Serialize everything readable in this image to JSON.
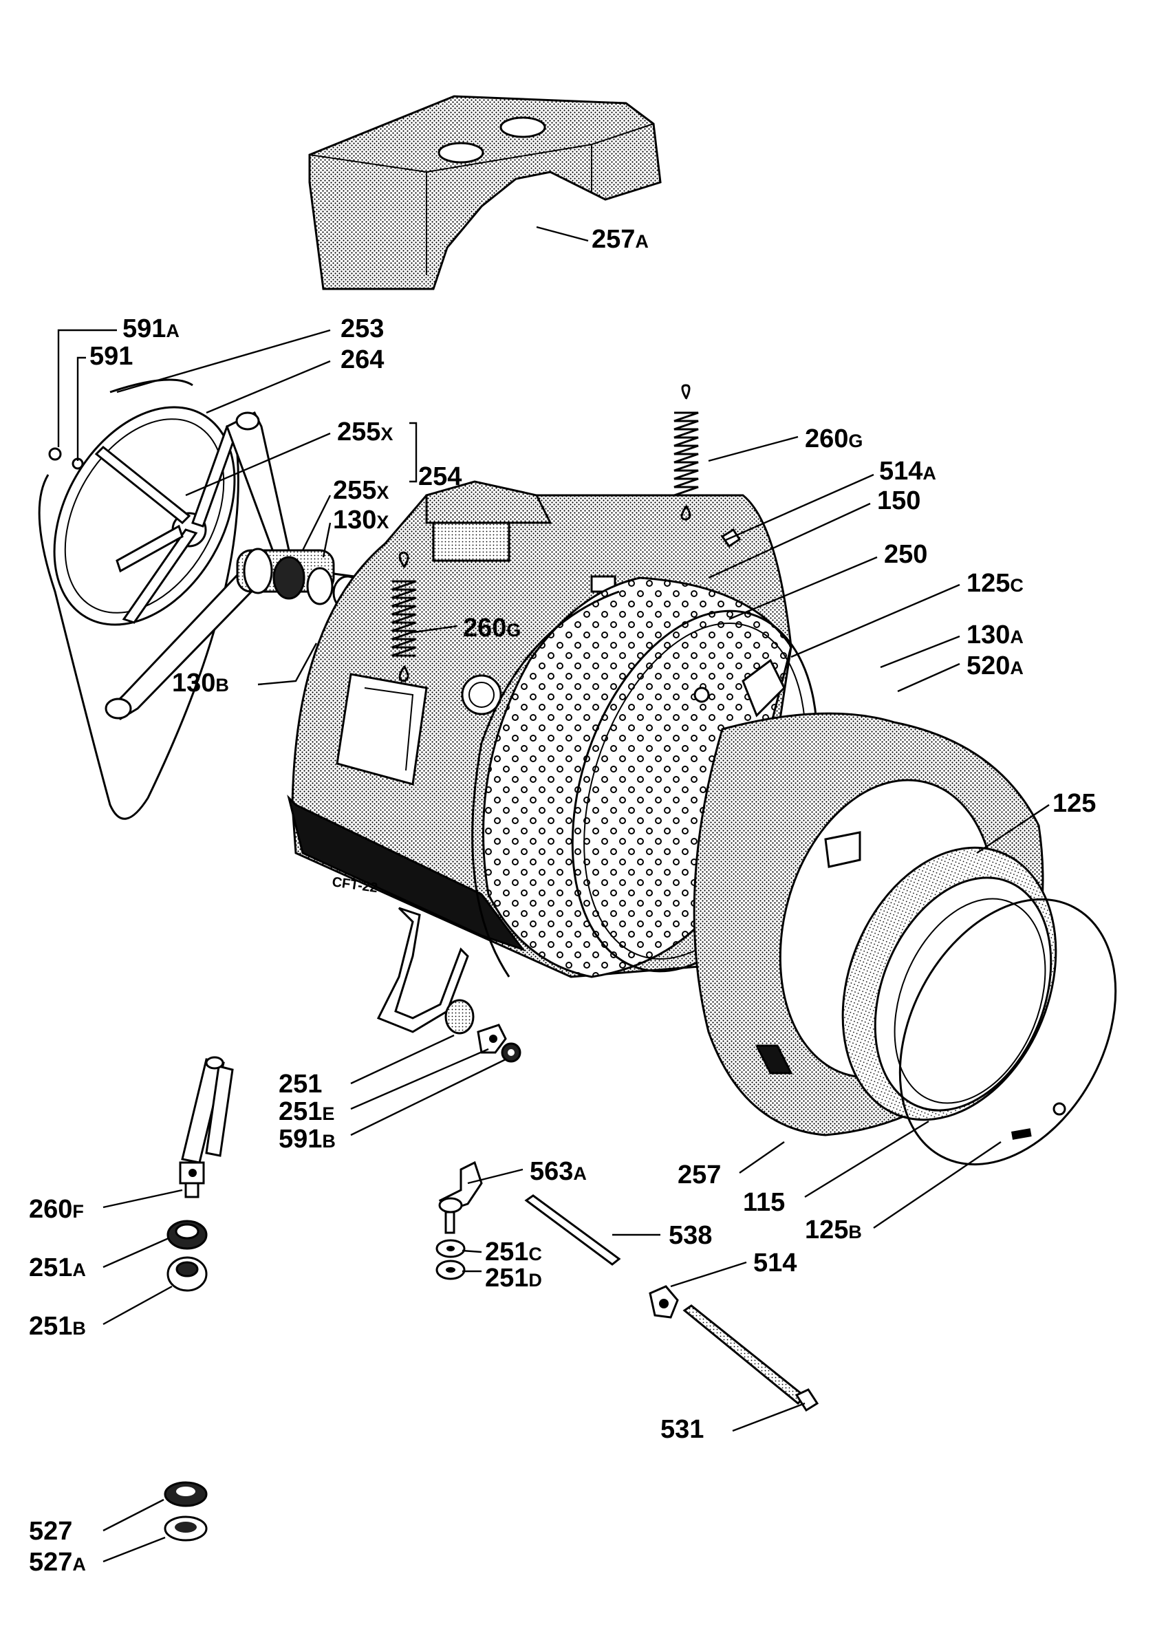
{
  "drawing": {
    "stamp": "CFT-22",
    "labels": [
      {
        "id": "257A",
        "num": "257",
        "suf": "A"
      },
      {
        "id": "591A",
        "num": "591",
        "suf": "A"
      },
      {
        "id": "591",
        "num": "591",
        "suf": ""
      },
      {
        "id": "253",
        "num": "253",
        "suf": ""
      },
      {
        "id": "264",
        "num": "264",
        "suf": ""
      },
      {
        "id": "255X-1",
        "num": "255",
        "suf": "X"
      },
      {
        "id": "254",
        "num": "254",
        "suf": ""
      },
      {
        "id": "255X-2",
        "num": "255",
        "suf": "X"
      },
      {
        "id": "130X",
        "num": "130",
        "suf": "X"
      },
      {
        "id": "260G-1",
        "num": "260",
        "suf": "G"
      },
      {
        "id": "514A",
        "num": "514",
        "suf": "A"
      },
      {
        "id": "150",
        "num": "150",
        "suf": ""
      },
      {
        "id": "250",
        "num": "250",
        "suf": ""
      },
      {
        "id": "125C",
        "num": "125",
        "suf": "C"
      },
      {
        "id": "260G-2",
        "num": "260",
        "suf": "G"
      },
      {
        "id": "130A",
        "num": "130",
        "suf": "A"
      },
      {
        "id": "520A",
        "num": "520",
        "suf": "A"
      },
      {
        "id": "130B",
        "num": "130",
        "suf": "B"
      },
      {
        "id": "125",
        "num": "125",
        "suf": ""
      },
      {
        "id": "251",
        "num": "251",
        "suf": ""
      },
      {
        "id": "251E",
        "num": "251",
        "suf": "E"
      },
      {
        "id": "591B",
        "num": "591",
        "suf": "B"
      },
      {
        "id": "563A",
        "num": "563",
        "suf": "A"
      },
      {
        "id": "257",
        "num": "257",
        "suf": ""
      },
      {
        "id": "115",
        "num": "115",
        "suf": ""
      },
      {
        "id": "538",
        "num": "538",
        "suf": ""
      },
      {
        "id": "125B",
        "num": "125",
        "suf": "B"
      },
      {
        "id": "260F",
        "num": "260",
        "suf": "F"
      },
      {
        "id": "251C",
        "num": "251",
        "suf": "C"
      },
      {
        "id": "251D",
        "num": "251",
        "suf": "D"
      },
      {
        "id": "514",
        "num": "514",
        "suf": ""
      },
      {
        "id": "251A",
        "num": "251",
        "suf": "A"
      },
      {
        "id": "251B",
        "num": "251",
        "suf": "B"
      },
      {
        "id": "531",
        "num": "531",
        "suf": ""
      },
      {
        "id": "527",
        "num": "527",
        "suf": ""
      },
      {
        "id": "527A",
        "num": "527",
        "suf": "A"
      }
    ]
  }
}
